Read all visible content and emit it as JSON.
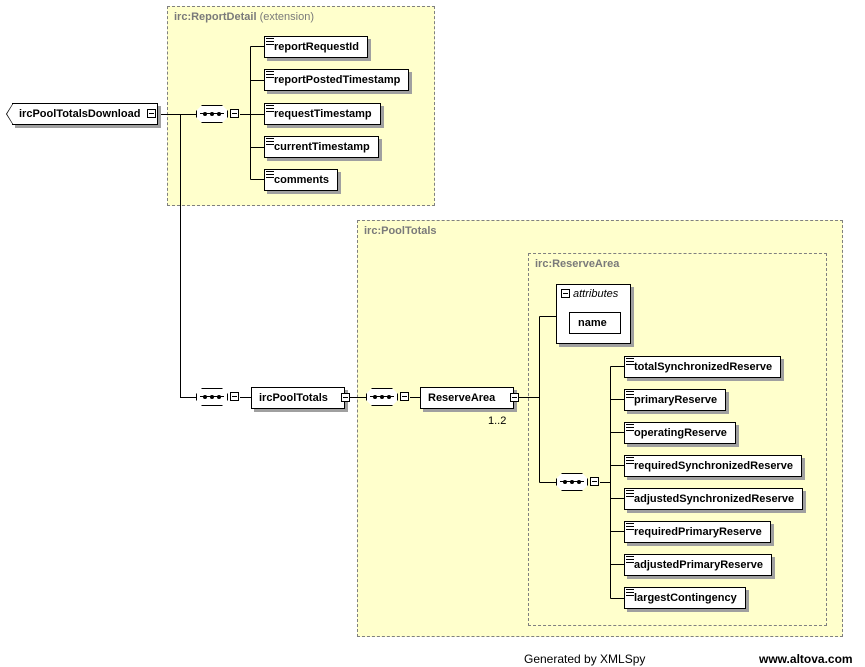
{
  "groups": {
    "report_detail": {
      "name": "irc:ReportDetail",
      "suffix": "(extension)"
    },
    "pool_totals": {
      "name": "irc:PoolTotals"
    },
    "reserve_area": {
      "name": "irc:ReserveArea"
    }
  },
  "root": {
    "label": "ircPoolTotalsDownload"
  },
  "report_detail_elements": [
    "reportRequestId",
    "reportPostedTimestamp",
    "requestTimestamp",
    "currentTimestamp",
    "comments"
  ],
  "pool_totals": {
    "label": "ircPoolTotals"
  },
  "reserve_area": {
    "label": "ReserveArea",
    "multiplicity": "1..2"
  },
  "attributes": {
    "title": "attributes",
    "items": [
      "name"
    ]
  },
  "reserve_elements": [
    "totalSynchronizedReserve",
    "primaryReserve",
    "operatingReserve",
    "requiredSynchronizedReserve",
    "adjustedSynchronizedReserve",
    "requiredPrimaryReserve",
    "adjustedPrimaryReserve",
    "largestContingency"
  ],
  "footer": {
    "generated": "Generated by XMLSpy",
    "site": "www.altova.com"
  }
}
